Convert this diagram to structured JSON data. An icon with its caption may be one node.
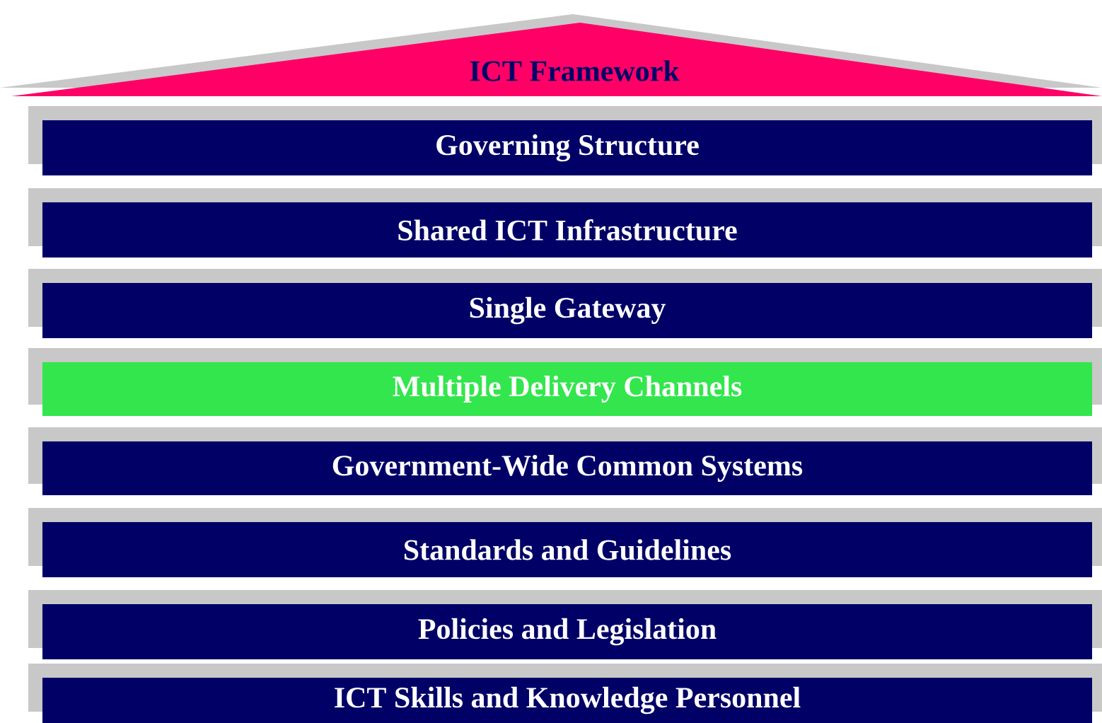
{
  "diagram": {
    "nodes": [
      {
        "text": [
          "ICT Framework"
        ]
      },
      {
        "text": [
          "Governing Structure"
        ]
      },
      {
        "text": [
          "Shared ICT Infrastructure"
        ]
      },
      {
        "text": [
          "Single Gateway"
        ]
      },
      {
        "text": [
          "Multiple Delivery Channels"
        ]
      },
      {
        "text": [
          "Government-Wide Common Systems"
        ]
      },
      {
        "text": [
          "Standards and Guidelines"
        ]
      },
      {
        "text": [
          "Policies and Legislation"
        ]
      },
      {
        "text": [
          "ICT Skills and Knowledge Personnel"
        ]
      }
    ]
  }
}
